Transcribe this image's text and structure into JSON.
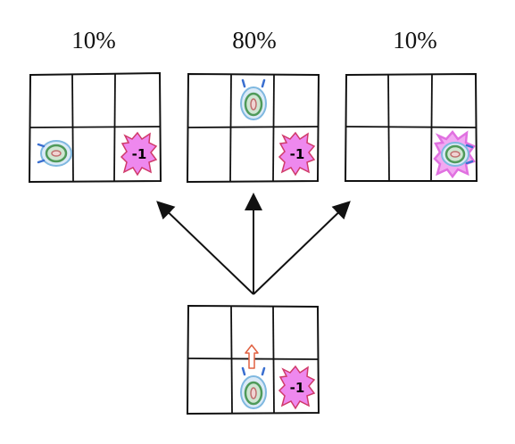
{
  "outcomes": [
    {
      "probability": "10%"
    },
    {
      "probability": "80%"
    },
    {
      "probability": "10%"
    }
  ],
  "penalty": {
    "label": "-1"
  },
  "colors": {
    "line": "#111111",
    "penalty_fill": "#ee88ee",
    "penalty_stroke": "#d03a6a",
    "robot_outer": "#7fb8e0",
    "robot_ring": "#4f9a5a",
    "robot_core": "#c07070",
    "robot_glow": "#e070e0",
    "intended_arrow": "#e06040"
  },
  "icons": [
    "robot-icon",
    "penalty-burst-icon",
    "up-arrow-icon"
  ]
}
